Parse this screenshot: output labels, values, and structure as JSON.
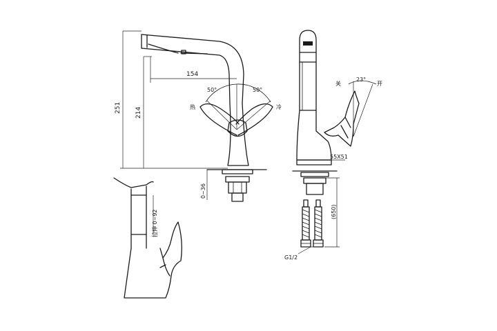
{
  "dimensions": {
    "total_height": "251",
    "spout_height": "214",
    "reach": "154",
    "angle_left": "50°",
    "angle_right": "50°",
    "deck_thickness": "0~36",
    "pull_out": "拉伸 0~92",
    "handle_angle": "23°",
    "base_size": "55X51",
    "hose_length": "(650)",
    "thread": "G1/2"
  },
  "labels": {
    "hot": "热",
    "cold": "冷",
    "close": "关",
    "open": "开"
  }
}
